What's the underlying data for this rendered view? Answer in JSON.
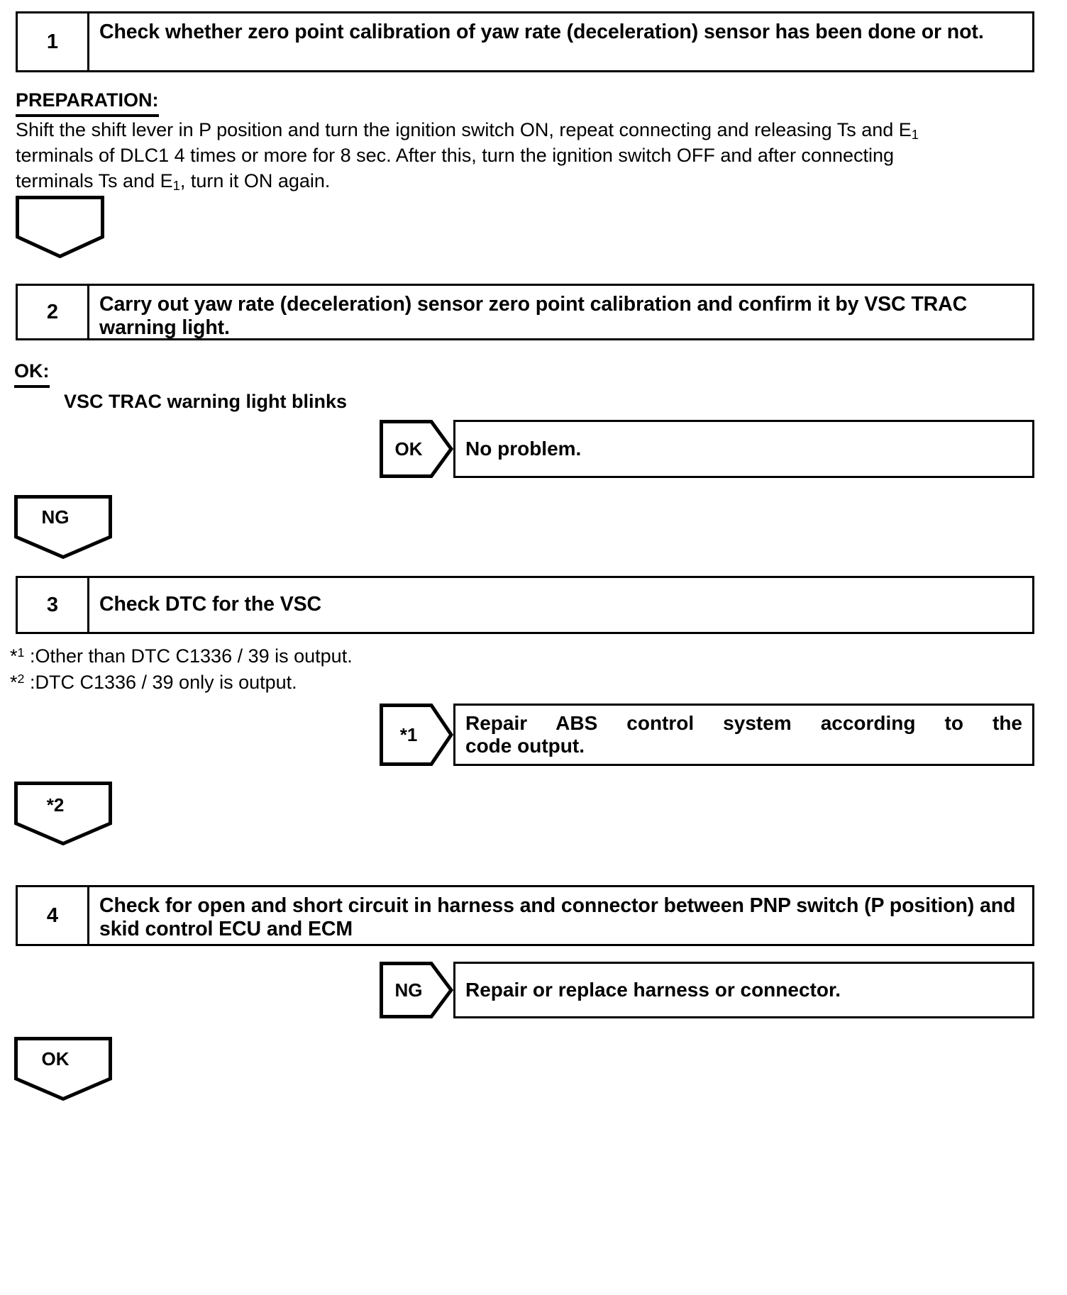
{
  "document": {
    "type": "troubleshooting-flowchart",
    "line_color": "#000000",
    "background": "#ffffff"
  },
  "steps": [
    {
      "number": "1",
      "text": "Check whether zero point calibration of yaw rate (deceleration) sensor has been done or not."
    },
    {
      "number": "2",
      "text": "Carry out yaw rate (deceleration) sensor zero point calibration and confirm it by VSC TRAC warning light."
    },
    {
      "number": "3",
      "text": "Check DTC for the VSC"
    },
    {
      "number": "4",
      "text": "Check for open and short circuit in harness and connector between PNP switch (P position) and skid control ECU and ECM"
    }
  ],
  "preparation": {
    "heading": "PREPARATION:",
    "line1_a": "Shift the shift lever in P position and turn the ignition switch ON, repeat connecting and releasing Ts and E",
    "line1_sub": "1",
    "line2": "terminals of DLC1 4 times or more for 8 sec. After this, turn the ignition switch OFF and after connecting",
    "line3_a": "terminals Ts and E",
    "line3_sub": "1",
    "line3_b": ", turn it ON again."
  },
  "ok_criteria": {
    "heading": "OK:",
    "value": "VSC TRAC warning light blinks"
  },
  "footnotes": [
    {
      "marker": "*",
      "superscript": "1",
      "text": ":Other than DTC C1336 / 39 is output."
    },
    {
      "marker": "*",
      "superscript": "2",
      "text": ":DTC C1336 / 39 only is output."
    }
  ],
  "arrows": {
    "after_step1": {
      "label": ""
    },
    "after_step2": {
      "label": "NG"
    },
    "after_step3": {
      "label": "*2"
    },
    "after_step4": {
      "label": "OK"
    }
  },
  "branches": [
    {
      "tag": "OK",
      "result": "No problem.",
      "result_line1": "No problem.",
      "result_line2": ""
    },
    {
      "tag": "*1",
      "result": "Repair ABS control system according to the code output.",
      "result_line1": "Repair ABS control system according to the",
      "result_line2": "code output."
    },
    {
      "tag": "NG",
      "result": "Repair or replace harness or connector.",
      "result_line1": "Repair or replace harness or connector.",
      "result_line2": ""
    }
  ]
}
